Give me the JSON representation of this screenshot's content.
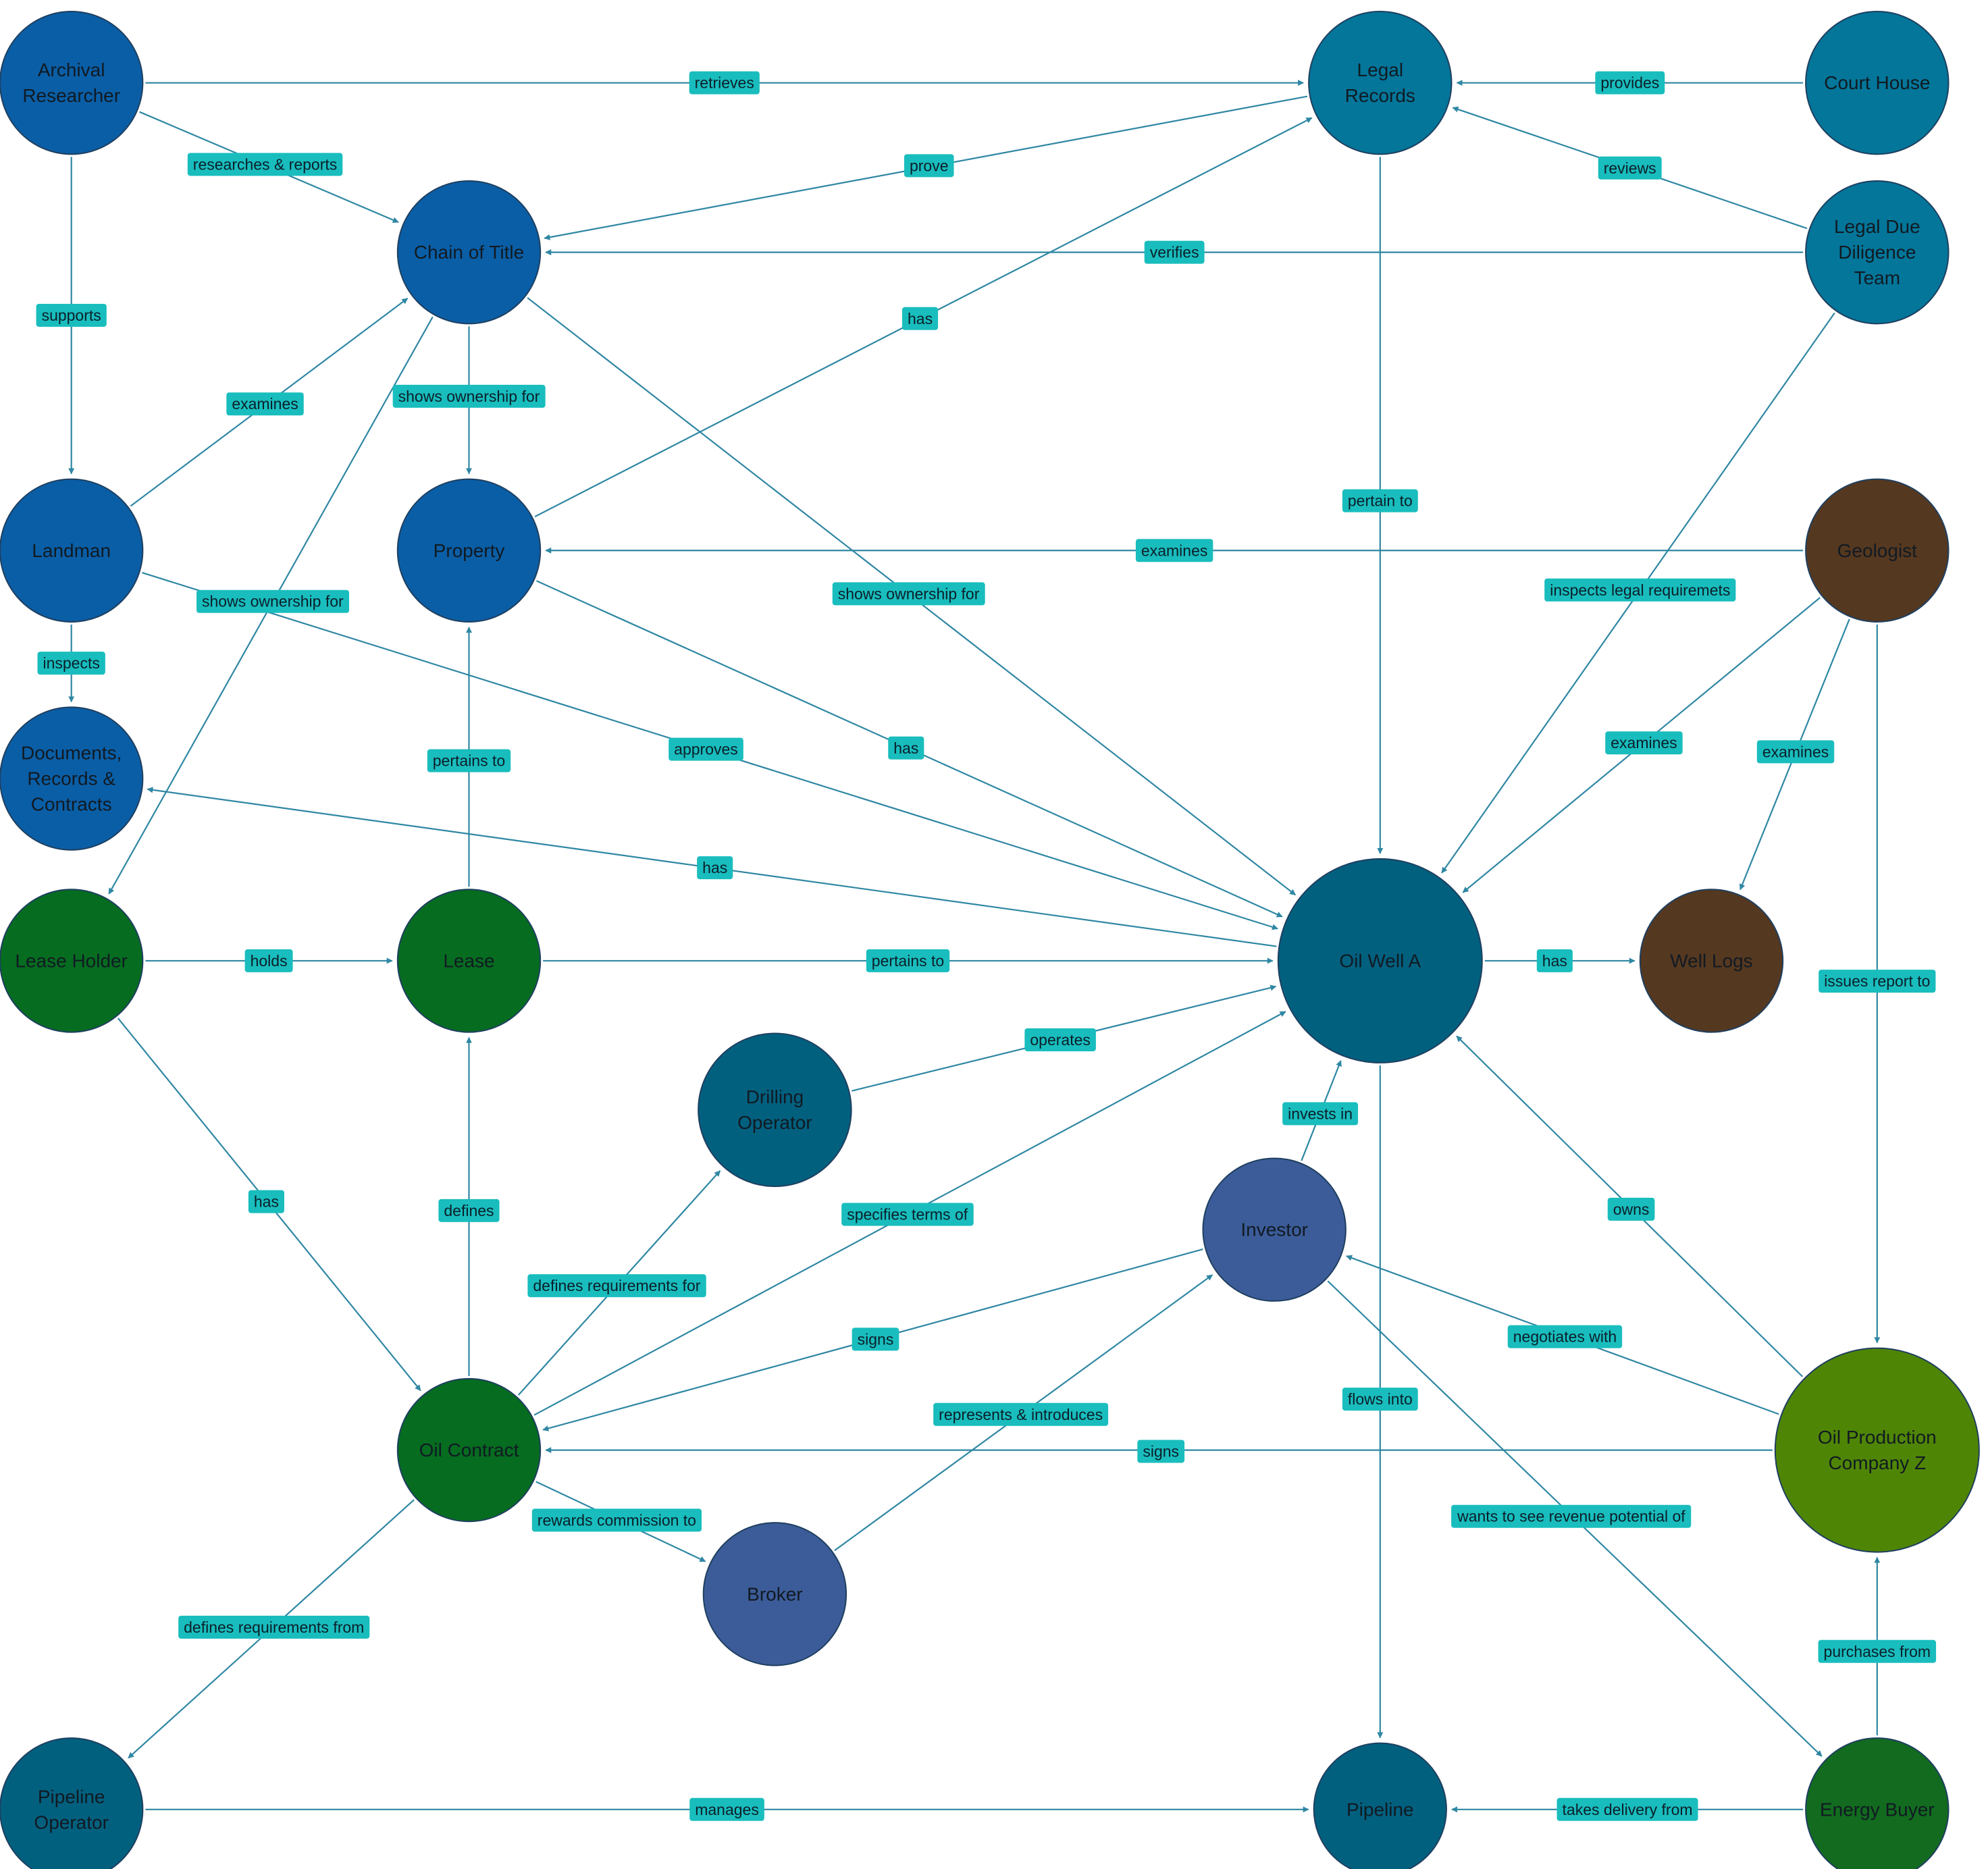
{
  "colors": {
    "edge": "#2f87a3",
    "label_bg": "#19bdbd",
    "blue": "#0a5ea6",
    "teal": "#03769a",
    "dark_teal": "#02607f",
    "green": "#066c20",
    "olive": "#4f8505",
    "brown": "#553820",
    "slate": "#3c5c99",
    "forest": "#126b1f"
  },
  "nodes": [
    {
      "id": "archival",
      "lines": [
        "Archival",
        "Researcher"
      ],
      "color": "blue"
    },
    {
      "id": "legal_records",
      "lines": [
        "Legal",
        "Records"
      ],
      "color": "teal"
    },
    {
      "id": "court_house",
      "lines": [
        "Court House"
      ],
      "color": "teal"
    },
    {
      "id": "chain",
      "lines": [
        "Chain of Title"
      ],
      "color": "blue"
    },
    {
      "id": "due_diligence",
      "lines": [
        "Legal Due",
        "Diligence",
        "Team"
      ],
      "color": "teal"
    },
    {
      "id": "landman",
      "lines": [
        "Landman"
      ],
      "color": "blue"
    },
    {
      "id": "property",
      "lines": [
        "Property"
      ],
      "color": "blue"
    },
    {
      "id": "geologist",
      "lines": [
        "Geologist"
      ],
      "color": "brown"
    },
    {
      "id": "documents",
      "lines": [
        "Documents,",
        "Records &",
        "Contracts"
      ],
      "color": "blue"
    },
    {
      "id": "lease_holder",
      "lines": [
        "Lease Holder"
      ],
      "color": "green"
    },
    {
      "id": "lease",
      "lines": [
        "Lease"
      ],
      "color": "green"
    },
    {
      "id": "oil_well",
      "lines": [
        "Oil Well A"
      ],
      "color": "dark_teal"
    },
    {
      "id": "well_logs",
      "lines": [
        "Well Logs"
      ],
      "color": "brown"
    },
    {
      "id": "drilling",
      "lines": [
        "Drilling",
        "Operator"
      ],
      "color": "dark_teal"
    },
    {
      "id": "investor",
      "lines": [
        "Investor"
      ],
      "color": "slate"
    },
    {
      "id": "oil_contract",
      "lines": [
        "Oil Contract"
      ],
      "color": "green"
    },
    {
      "id": "oil_company",
      "lines": [
        "Oil Production",
        "Company Z"
      ],
      "color": "olive"
    },
    {
      "id": "broker",
      "lines": [
        "Broker"
      ],
      "color": "slate"
    },
    {
      "id": "pipeline_operator",
      "lines": [
        "Pipeline",
        "Operator"
      ],
      "color": "dark_teal"
    },
    {
      "id": "pipeline",
      "lines": [
        "Pipeline"
      ],
      "color": "dark_teal"
    },
    {
      "id": "energy_buyer",
      "lines": [
        "Energy Buyer"
      ],
      "color": "forest"
    }
  ],
  "edges": [
    {
      "from": "archival",
      "to": "legal_records",
      "label": "retrieves"
    },
    {
      "from": "court_house",
      "to": "legal_records",
      "label": "provides"
    },
    {
      "from": "archival",
      "to": "chain",
      "label": "researches & reports"
    },
    {
      "from": "legal_records",
      "to": "chain",
      "label": "prove"
    },
    {
      "from": "due_diligence",
      "to": "legal_records",
      "label": "reviews"
    },
    {
      "from": "due_diligence",
      "to": "chain",
      "label": "verifies"
    },
    {
      "from": "archival",
      "to": "landman",
      "label": "supports"
    },
    {
      "from": "landman",
      "to": "chain",
      "label": "examines"
    },
    {
      "from": "chain",
      "to": "property",
      "label": "shows ownership for"
    },
    {
      "from": "property",
      "to": "legal_records",
      "label": "has"
    },
    {
      "from": "legal_records",
      "to": "oil_well",
      "label": "pertain to"
    },
    {
      "from": "geologist",
      "to": "property",
      "label": "examines"
    },
    {
      "from": "chain",
      "to": "oil_well",
      "label": "shows ownership for"
    },
    {
      "from": "due_diligence",
      "to": "oil_well",
      "label": "inspects legal requiremets"
    },
    {
      "from": "chain",
      "to": "lease_holder",
      "label": "shows ownership for"
    },
    {
      "from": "landman",
      "to": "documents",
      "label": "inspects"
    },
    {
      "from": "landman",
      "to": "oil_well",
      "label": "approves"
    },
    {
      "from": "property",
      "to": "oil_well",
      "label": "has"
    },
    {
      "from": "geologist",
      "to": "oil_well",
      "label": "examines"
    },
    {
      "from": "geologist",
      "to": "well_logs",
      "label": "examines"
    },
    {
      "from": "lease",
      "to": "property",
      "label": "pertains to"
    },
    {
      "from": "oil_well",
      "to": "documents",
      "label": "has"
    },
    {
      "from": "lease_holder",
      "to": "lease",
      "label": "holds"
    },
    {
      "from": "lease",
      "to": "oil_well",
      "label": "pertains to"
    },
    {
      "from": "oil_well",
      "to": "well_logs",
      "label": "has"
    },
    {
      "from": "geologist",
      "to": "oil_company",
      "label": "issues report to"
    },
    {
      "from": "drilling",
      "to": "oil_well",
      "label": "operates"
    },
    {
      "from": "investor",
      "to": "oil_well",
      "label": "invests in"
    },
    {
      "from": "lease_holder",
      "to": "oil_contract",
      "label": "has"
    },
    {
      "from": "oil_contract",
      "to": "lease",
      "label": "defines"
    },
    {
      "from": "oil_contract",
      "to": "oil_well",
      "label": "specifies terms of"
    },
    {
      "from": "oil_company",
      "to": "oil_well",
      "label": "owns"
    },
    {
      "from": "oil_contract",
      "to": "drilling",
      "label": "defines requirements for"
    },
    {
      "from": "investor",
      "to": "oil_contract",
      "label": "signs"
    },
    {
      "from": "oil_company",
      "to": "investor",
      "label": "negotiates with"
    },
    {
      "from": "oil_well",
      "to": "pipeline",
      "label": "flows into"
    },
    {
      "from": "broker",
      "to": "investor",
      "label": "represents & introduces"
    },
    {
      "from": "oil_company",
      "to": "oil_contract",
      "label": "signs"
    },
    {
      "from": "investor",
      "to": "energy_buyer",
      "label": "wants to see revenue potential of"
    },
    {
      "from": "oil_contract",
      "to": "broker",
      "label": "rewards commission to"
    },
    {
      "from": "oil_contract",
      "to": "pipeline_operator",
      "label": "defines requirements from"
    },
    {
      "from": "energy_buyer",
      "to": "oil_company",
      "label": "purchases from"
    },
    {
      "from": "pipeline_operator",
      "to": "pipeline",
      "label": "manages"
    },
    {
      "from": "energy_buyer",
      "to": "pipeline",
      "label": "takes delivery from"
    }
  ]
}
